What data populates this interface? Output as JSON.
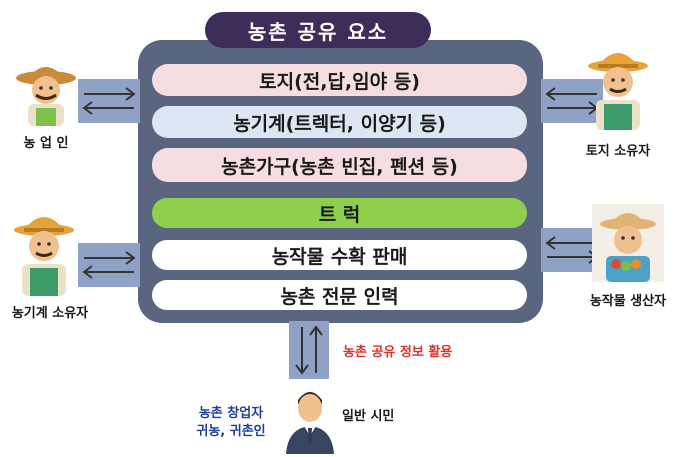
{
  "title": "농촌 공유 요소",
  "items": [
    {
      "label": "토지(전,답,임야 등)",
      "color": "#f6dde0"
    },
    {
      "label": "농기계(트렉터, 이양기 등)",
      "color": "#dce6f3"
    },
    {
      "label": "농촌가구(농촌 빈집, 펜션 등)",
      "color": "#f6dde0"
    },
    {
      "label": "트 럭",
      "color": "#8ecf4e"
    },
    {
      "label": "농작물 수확 판매",
      "color": "#ffffff"
    },
    {
      "label": "농촌 전문 인력",
      "color": "#ffffff"
    }
  ],
  "actors": {
    "farmer": "농 업 인",
    "land_owner": "토지 소유자",
    "machine_owner": "농기계 소유자",
    "crop_producer": "농작물 생산자",
    "citizen": "일반 시민",
    "founder_line1": "농촌 창업자",
    "founder_line2": "귀농, 귀촌인"
  },
  "info_usage": "농촌 공유 정보 활용",
  "colors": {
    "title_bg": "#3e2d59",
    "panel": "#5a6580",
    "arrow_box": "#8fa2c6",
    "arrow_red": "#e0302a",
    "founder_blue": "#1f3f98"
  }
}
